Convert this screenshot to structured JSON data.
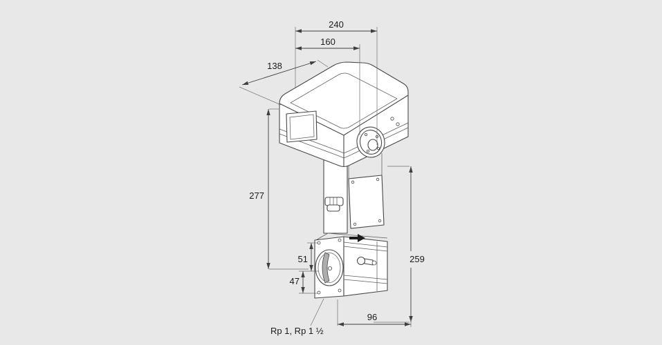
{
  "diagram": {
    "type": "technical-dimension-drawing",
    "subject": "motorized control valve with actuator",
    "colors": {
      "background": "#e8e8e8",
      "line": "#474747",
      "dimension_line": "#3e3e3e",
      "text": "#1b1b1b",
      "fill": "#ffffff",
      "flow_arrow": "#1c1c1c"
    }
  },
  "dimensions": {
    "top_width": "240",
    "mid_width": "160",
    "depth": "138",
    "actuator_height": "277",
    "total_height": "259",
    "port_upper": "51",
    "port_lower": "47",
    "body_width": "96",
    "connection": "Rp 1, Rp 1 ½"
  }
}
